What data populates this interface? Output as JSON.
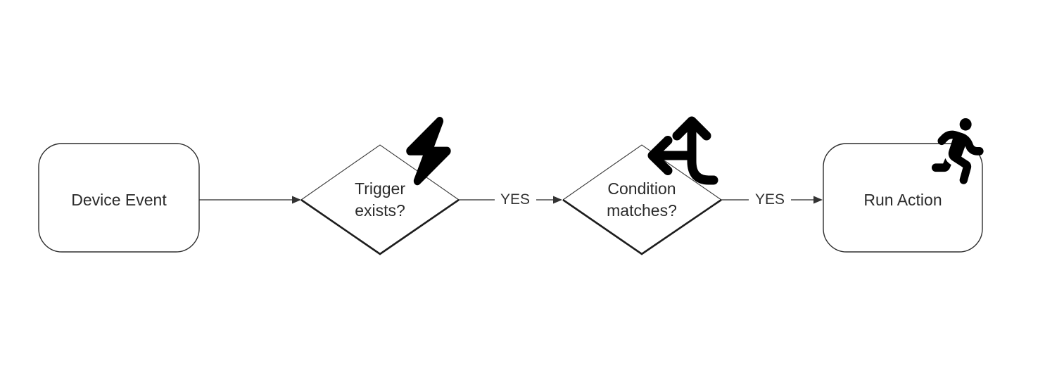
{
  "diagram": {
    "type": "flowchart",
    "direction": "left-to-right",
    "background_color": "#ffffff",
    "stroke_color": "#2e2e2e",
    "text_color": "#2b2b2b",
    "icon_color": "#000000",
    "nodes": [
      {
        "id": "device-event",
        "shape": "rounded-rectangle",
        "label": "Device Event",
        "icon": null
      },
      {
        "id": "trigger-exists",
        "shape": "diamond",
        "label": "Trigger\nexists?",
        "icon": "bolt-icon"
      },
      {
        "id": "condition-matches",
        "shape": "diamond",
        "label": "Condition\nmatches?",
        "icon": "arrows-split-up-left-icon"
      },
      {
        "id": "run-action",
        "shape": "rounded-rectangle",
        "label": "Run Action",
        "icon": "person-running-icon"
      }
    ],
    "edges": [
      {
        "from": "device-event",
        "to": "trigger-exists",
        "label": ""
      },
      {
        "from": "trigger-exists",
        "to": "condition-matches",
        "label": "YES"
      },
      {
        "from": "condition-matches",
        "to": "run-action",
        "label": "YES"
      }
    ]
  }
}
